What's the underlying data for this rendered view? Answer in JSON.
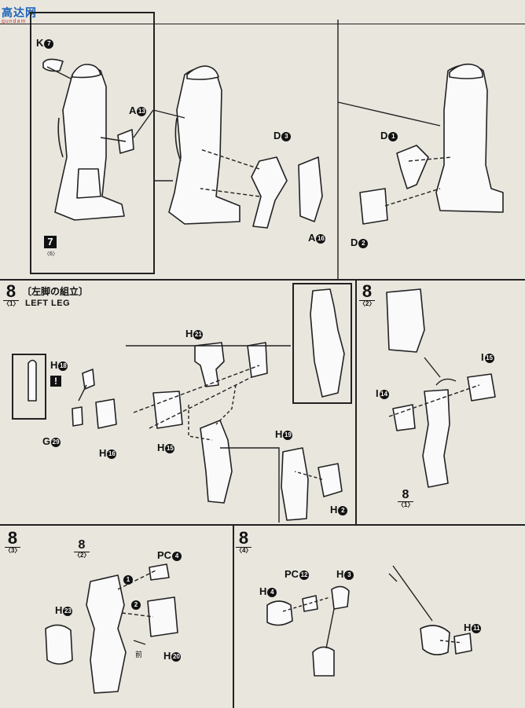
{
  "watermark": {
    "text": "高达网",
    "sub": "gundam"
  },
  "top_section": {
    "labels": {
      "k7": {
        "letter": "K",
        "num": "7"
      },
      "a13": {
        "letter": "A",
        "num": "13"
      },
      "d3": {
        "letter": "D",
        "num": "3"
      },
      "a16": {
        "letter": "A",
        "num": "16"
      },
      "d1": {
        "letter": "D",
        "num": "1"
      },
      "d2": {
        "letter": "D",
        "num": "2"
      }
    },
    "step7_box": "7",
    "step7_sub": "〈6〉"
  },
  "step8_1": {
    "number": "8",
    "sub": "〈1〉",
    "title": "〔左脚の組立〕",
    "subtitle": "LEFT LEG",
    "warn": "!",
    "labels": {
      "h21": {
        "letter": "H",
        "num": "21"
      },
      "h18": {
        "letter": "H",
        "num": "18"
      },
      "g29": {
        "letter": "G",
        "num": "29"
      },
      "h16": {
        "letter": "H",
        "num": "16"
      },
      "h15": {
        "letter": "H",
        "num": "15"
      },
      "h19": {
        "letter": "H",
        "num": "19"
      },
      "h2": {
        "letter": "H",
        "num": "2"
      }
    }
  },
  "step8_2": {
    "number": "8",
    "sub": "〈2〉",
    "labels": {
      "i15": {
        "letter": "I",
        "num": "15"
      },
      "i14": {
        "letter": "I",
        "num": "14"
      }
    },
    "ref_number": "8",
    "ref_sub": "〈1〉"
  },
  "step8_3": {
    "number": "8",
    "sub": "〈3〉",
    "ref_number": "8",
    "ref_sub": "〈2〉",
    "labels": {
      "pc4": {
        "letter": "PC",
        "num": "4"
      },
      "h23": {
        "letter": "H",
        "num": "23"
      },
      "h20": {
        "letter": "H",
        "num": "20"
      }
    },
    "order1": "1",
    "order2": "2",
    "front_mark": "前"
  },
  "step8_4": {
    "number": "8",
    "sub": "〈4〉",
    "labels": {
      "pc12": {
        "letter": "PC",
        "num": "12"
      },
      "h3": {
        "letter": "H",
        "num": "3"
      },
      "h4": {
        "letter": "H",
        "num": "4"
      },
      "h11": {
        "letter": "H",
        "num": "11"
      }
    }
  }
}
